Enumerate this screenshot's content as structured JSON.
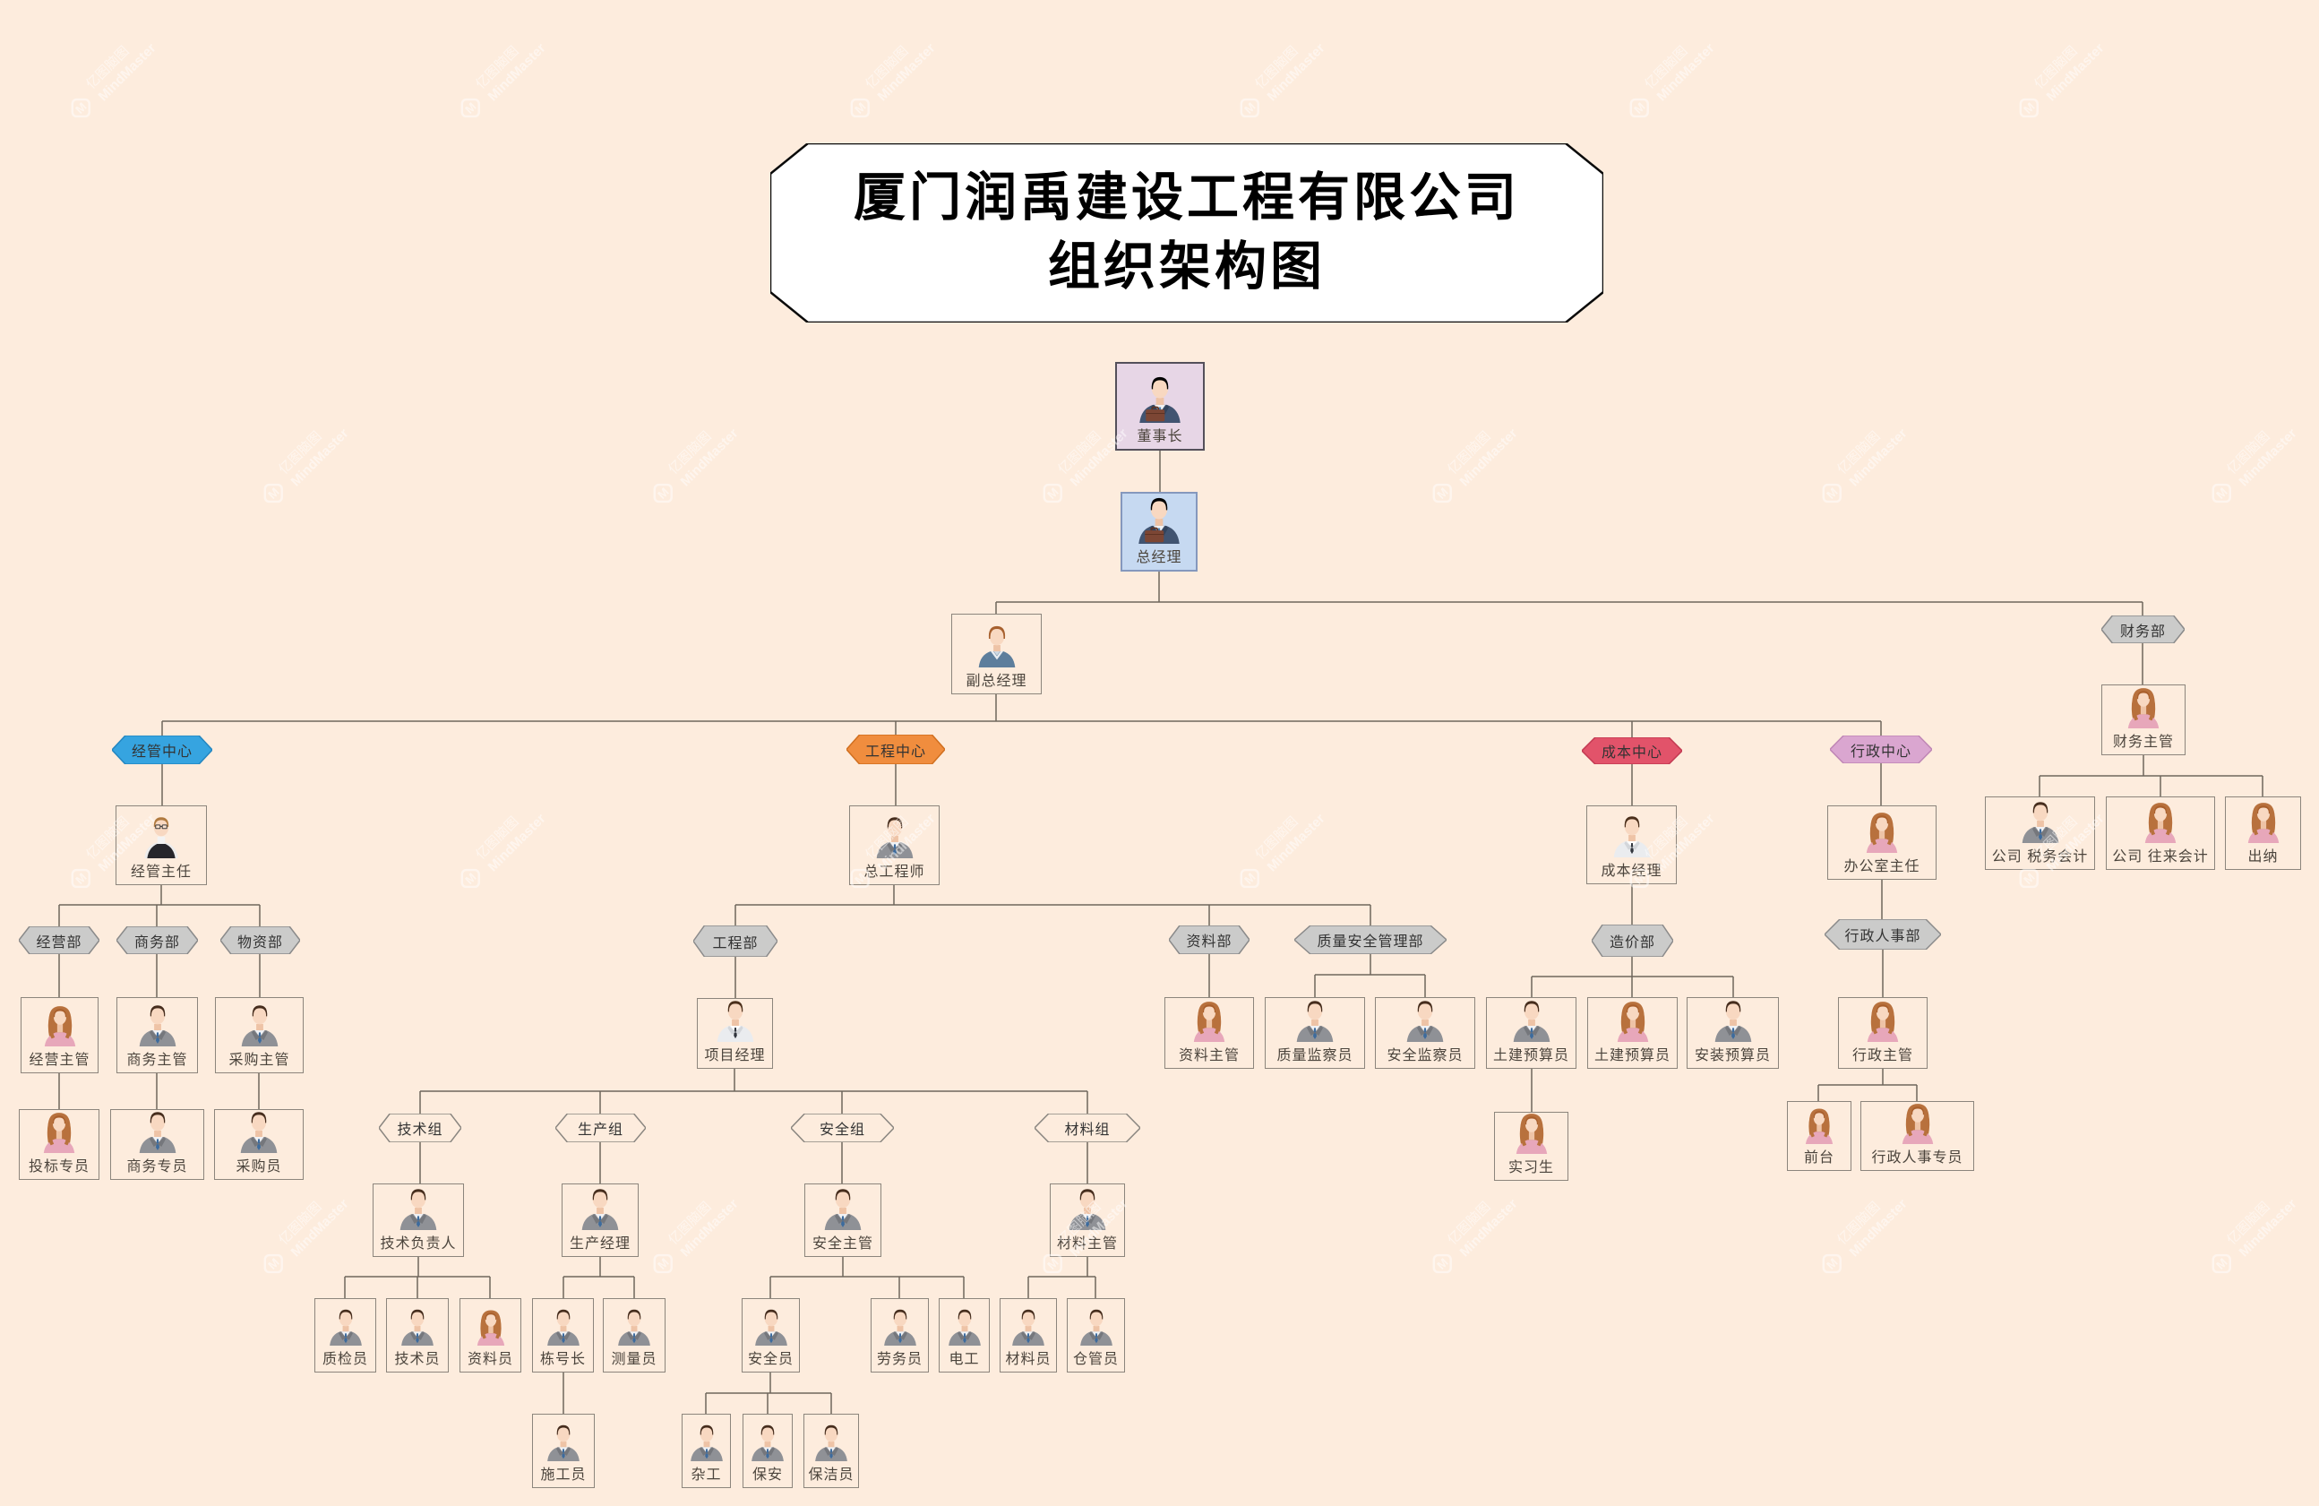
{
  "title": {
    "line1": "厦门润禹建设工程有限公司",
    "line2": "组织架构图"
  },
  "watermark": {
    "brand_cn": "亿图脑图",
    "brand_en": "MindMaster",
    "logo_letter": "M"
  },
  "colors": {
    "background": "#fdecdd",
    "connector_line": "#6e665c",
    "box_border": "#8c857c",
    "hex_gray": "#cbcbca",
    "center_blue": "#36a4e0",
    "center_orange": "#f08d3e",
    "center_red": "#e2536a",
    "center_pink": "#daa6d0",
    "chairman_box_bg": "#e7d6e6",
    "general_manager_box_bg": "#c6d9f1"
  },
  "nodes": {
    "chairman": "董事长",
    "general_manager": "总经理",
    "deputy_general_manager": "副总经理",
    "finance_dept": "财务部",
    "finance_supervisor": "财务主管",
    "tax_accountant": "公司 税务会计",
    "current_accountant": "公司 往来会计",
    "cashier": "出纳",
    "management_center": "经管中心",
    "management_director": "经管主任",
    "operations_dept": "经营部",
    "business_dept": "商务部",
    "materials_dept": "物资部",
    "operations_supervisor": "经营主管",
    "business_supervisor": "商务主管",
    "procurement_supervisor": "采购主管",
    "bidding_specialist": "投标专员",
    "business_specialist": "商务专员",
    "purchaser": "采购员",
    "engineering_center": "工程中心",
    "chief_engineer": "总工程师",
    "engineering_dept": "工程部",
    "project_manager": "项目经理",
    "documentation_dept": "资料部",
    "documentation_supervisor": "资料主管",
    "quality_safety_dept": "质量安全管理部",
    "quality_inspector": "质量监察员",
    "safety_inspector": "安全监察员",
    "technical_group": "技术组",
    "production_group": "生产组",
    "safety_group": "安全组",
    "material_group": "材料组",
    "technical_lead": "技术负责人",
    "production_manager": "生产经理",
    "safety_supervisor": "安全主管",
    "material_supervisor": "材料主管",
    "quality_checker": "质检员",
    "technician": "技术员",
    "documentation_clerk": "资料员",
    "building_foreman": "栋号长",
    "surveyor": "测量员",
    "construction_worker": "施工员",
    "safety_officer": "安全员",
    "laborer": "劳务员",
    "electrician": "电工",
    "material_clerk": "材料员",
    "warehouse_keeper": "仓管员",
    "handyman": "杂工",
    "security_guard": "保安",
    "cleaner": "保洁员",
    "cost_center": "成本中心",
    "cost_manager": "成本经理",
    "cost_dept": "造价部",
    "civil_estimator_1": "土建预算员",
    "civil_estimator_2": "土建预算员",
    "installation_estimator": "安装预算员",
    "intern": "实习生",
    "admin_center": "行政中心",
    "office_director": "办公室主任",
    "admin_hr_dept": "行政人事部",
    "admin_supervisor": "行政主管",
    "receptionist": "前台",
    "admin_hr_specialist": "行政人事专员"
  }
}
